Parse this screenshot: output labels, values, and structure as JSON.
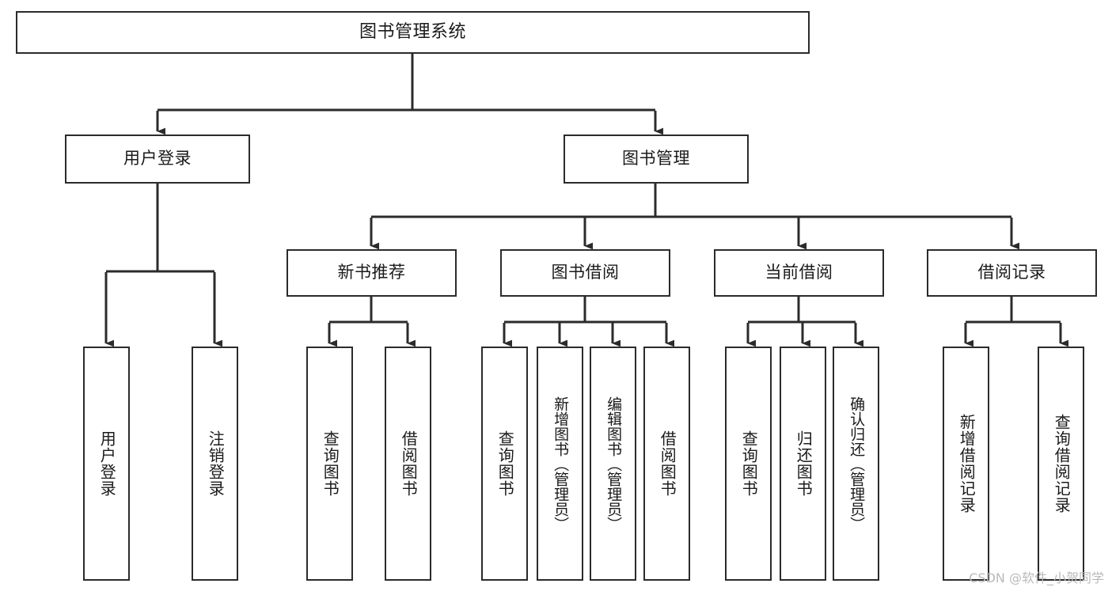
{
  "diagram": {
    "title": "图书管理系统",
    "type": "hierarchy-tree",
    "watermark": "CSDN @软件_小贺同学",
    "colors": {
      "background": "#ffffff",
      "box_border": "#2b2b2b",
      "box_fill": "#ffffff",
      "text": "#1a1a1a",
      "edge": "#2b2b2b",
      "watermark": "#b9b9b9"
    },
    "levels": {
      "root": [
        "图书管理系统"
      ],
      "level1": [
        "用户登录",
        "图书管理"
      ],
      "level2": [
        "新书推荐",
        "图书借阅",
        "当前借阅",
        "借阅记录"
      ],
      "level3": [
        "用户登录",
        "注销登录",
        "查询图书",
        "借阅图书",
        "查询图书",
        "新增图书（管理员）",
        "编辑图书（管理员）",
        "借阅图书",
        "查询图书",
        "归还图书",
        "确认归还（管理员）",
        "新增借阅记录",
        "查询借阅记录"
      ]
    },
    "nodes": {
      "root": {
        "label": "图书管理系统"
      },
      "user_login": {
        "label": "用户登录"
      },
      "book_manage": {
        "label": "图书管理"
      },
      "new_book_rec": {
        "label": "新书推荐"
      },
      "book_borrow": {
        "label": "图书借阅"
      },
      "current_borrow": {
        "label": "当前借阅"
      },
      "borrow_record": {
        "label": "借阅记录"
      },
      "leaf_user_login": {
        "label": "用户登录"
      },
      "leaf_logout": {
        "label": "注销登录"
      },
      "leaf_query_book_1": {
        "label": "查询图书"
      },
      "leaf_borrow_book_1": {
        "label": "借阅图书"
      },
      "leaf_query_book_2": {
        "label": "查询图书"
      },
      "leaf_add_book": {
        "label": "新增图书（管理员）"
      },
      "leaf_edit_book": {
        "label": "编辑图书（管理员）"
      },
      "leaf_borrow_book_2": {
        "label": "借阅图书"
      },
      "leaf_query_book_3": {
        "label": "查询图书"
      },
      "leaf_return_book": {
        "label": "归还图书"
      },
      "leaf_confirm_return": {
        "label": "确认归还（管理员）"
      },
      "leaf_add_record": {
        "label": "新增借阅记录"
      },
      "leaf_query_record": {
        "label": "查询借阅记录"
      }
    }
  }
}
